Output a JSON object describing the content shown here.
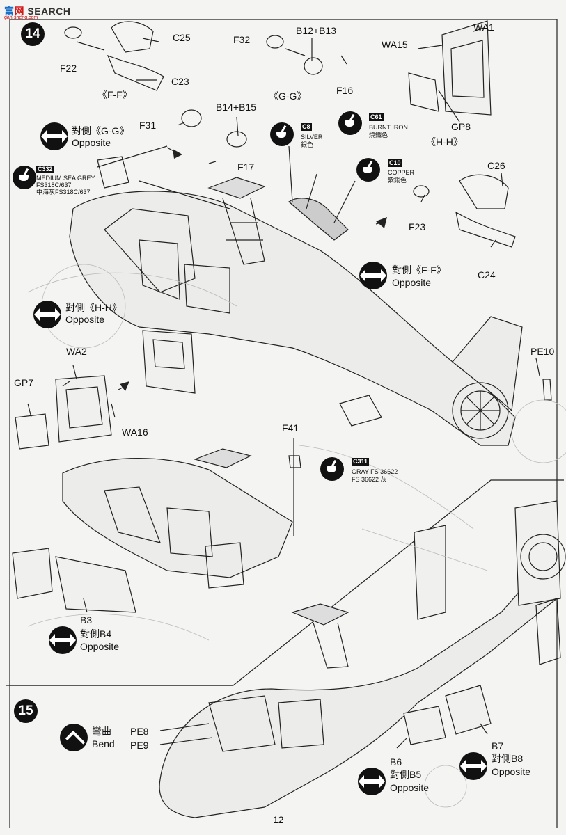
{
  "header": {
    "logo_prefix": "富",
    "logo_suffix": "网",
    "logo_text": "SEARCH",
    "logo_url": "gan-sheng.com"
  },
  "steps": {
    "step14": "14",
    "step15": "15"
  },
  "labels": {
    "c25": "C25",
    "f22": "F22",
    "c23": "C23",
    "ff": "《F-F》",
    "f32": "F32",
    "b1213": "B12+B13",
    "f16": "F16",
    "gg": "《G-G》",
    "wa15": "WA15",
    "wa1": "WA1",
    "gp8": "GP8",
    "hh": "《H-H》",
    "f31": "F31",
    "b1415": "B14+B15",
    "f17": "F17",
    "c26": "C26",
    "f23": "F23",
    "c24": "C24",
    "wa2": "WA2",
    "gp7": "GP7",
    "wa16": "WA16",
    "pe10": "PE10",
    "f41": "F41",
    "b3": "B3",
    "opp_b4_cn": "對側B4",
    "b7": "B7",
    "opp_b8_cn": "對側B8",
    "b6": "B6",
    "opp_b5_cn": "對側B5",
    "pe8": "PE8",
    "pe9": "PE9",
    "bend_cn": "彎曲",
    "bend": "Bend",
    "page_number": "12"
  },
  "opposite": {
    "gg_cn": "對側《G-G》",
    "ff_cn": "對側《F-F》",
    "hh_cn": "對側《H-H》",
    "word": "Opposite"
  },
  "paints": {
    "c332": {
      "code": "C332",
      "line1": "MEDIUM SEA GREY",
      "line2": "FS318C/637",
      "line3": "中海灰FS318C/637"
    },
    "c8": {
      "code": "C8",
      "line1": "SILVER",
      "line2": "銀色"
    },
    "c61": {
      "code": "C61",
      "line1": "BURNT IRON",
      "line2": "燒鐵色"
    },
    "c10": {
      "code": "C10",
      "line1": "COPPER",
      "line2": "紫銅色"
    },
    "c311": {
      "code": "C311",
      "line1": "GRAY FS 36622",
      "line2": "FS 36622 灰"
    }
  },
  "colors": {
    "ink": "#111111",
    "paper": "#f4f4f2",
    "logo_blue": "#1a6fc9",
    "logo_red": "#d21a1a"
  }
}
